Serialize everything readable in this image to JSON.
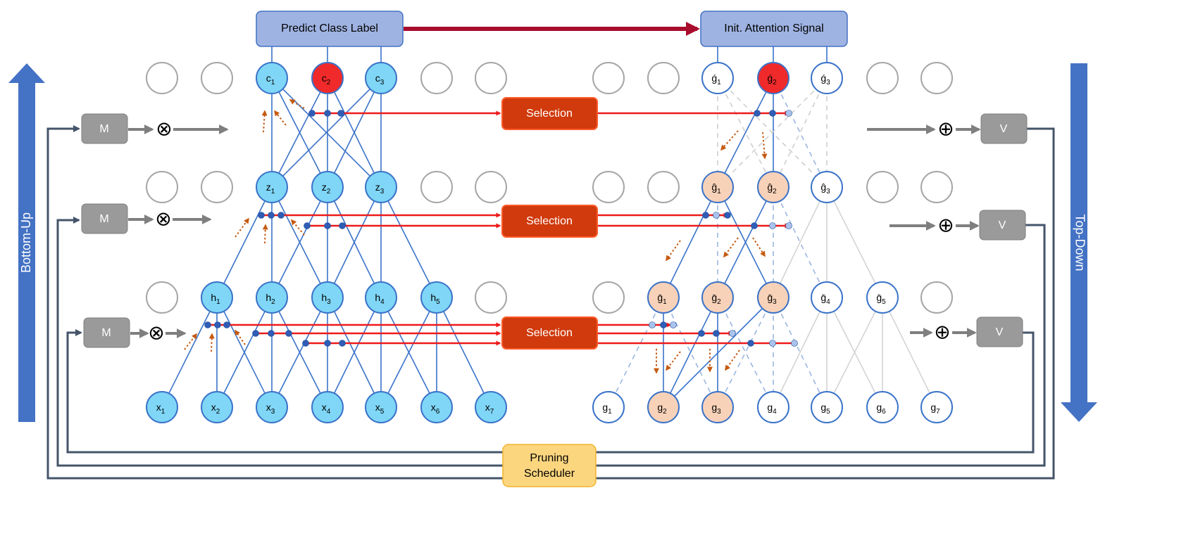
{
  "boxes": {
    "predict": "Predict Class Label",
    "init_attention": "Init. Attention Signal",
    "selection_top": "Selection",
    "selection_mid": "Selection",
    "selection_bottom": "Selection",
    "pruning_line1": "Pruning",
    "pruning_line2": "Scheduler",
    "m_label": "M",
    "v_label": "V"
  },
  "arrows": {
    "bottom_up": "Bottom-Up",
    "top_down": "Top-Down"
  },
  "operators": {
    "multiply": "⊗",
    "add": "⊕"
  },
  "left_network": {
    "c": [
      {
        "b": "c",
        "s": "1"
      },
      {
        "b": "c",
        "s": "2",
        "active": true
      },
      {
        "b": "c",
        "s": "3"
      }
    ],
    "z": [
      {
        "b": "z",
        "s": "1"
      },
      {
        "b": "z",
        "s": "2"
      },
      {
        "b": "z",
        "s": "3"
      }
    ],
    "h": [
      {
        "b": "h",
        "s": "1"
      },
      {
        "b": "h",
        "s": "2"
      },
      {
        "b": "h",
        "s": "3"
      },
      {
        "b": "h",
        "s": "4"
      },
      {
        "b": "h",
        "s": "5"
      }
    ],
    "x": [
      {
        "b": "x",
        "s": "1"
      },
      {
        "b": "x",
        "s": "2"
      },
      {
        "b": "x",
        "s": "3"
      },
      {
        "b": "x",
        "s": "4"
      },
      {
        "b": "x",
        "s": "5"
      },
      {
        "b": "x",
        "s": "6"
      },
      {
        "b": "x",
        "s": "7"
      }
    ]
  },
  "right_network": {
    "c": [
      {
        "b": "ǵ",
        "s": "1"
      },
      {
        "b": "ǵ",
        "s": "2",
        "active": true
      },
      {
        "b": "ǵ",
        "s": "3"
      }
    ],
    "z": [
      {
        "b": "ĝ",
        "s": "1",
        "highlight": true
      },
      {
        "b": "ĝ",
        "s": "2",
        "highlight": true
      },
      {
        "b": "ĝ",
        "s": "3"
      }
    ],
    "h": [
      {
        "b": "ḡ",
        "s": "1",
        "highlight": true
      },
      {
        "b": "ḡ",
        "s": "2",
        "highlight": true
      },
      {
        "b": "ḡ",
        "s": "3",
        "highlight": true
      },
      {
        "b": "ḡ",
        "s": "4"
      },
      {
        "b": "ḡ",
        "s": "5"
      }
    ],
    "x": [
      {
        "b": "g",
        "s": "1"
      },
      {
        "b": "g",
        "s": "2",
        "highlight": true
      },
      {
        "b": "g",
        "s": "3",
        "highlight": true
      },
      {
        "b": "g",
        "s": "4"
      },
      {
        "b": "g",
        "s": "5"
      },
      {
        "b": "g",
        "s": "6"
      },
      {
        "b": "g",
        "s": "7"
      }
    ]
  },
  "colors": {
    "node_fill": "#7fd6f6",
    "node_stroke": "#3b73c9",
    "active_fill": "#f02a2a",
    "highlight_fill": "#f8d2b8",
    "empty_stroke": "#a6a6a6",
    "header_box": "#9fb3e2",
    "selection_box": "#d03a0c",
    "selection_arrow": "#ee1a1a",
    "top_arrow": "#a80c2c",
    "big_arrow": "#4472c4",
    "gray_box": "#9a9a9a",
    "scheduler": "#fcd67f",
    "hint_arrow": "#c55a11"
  }
}
